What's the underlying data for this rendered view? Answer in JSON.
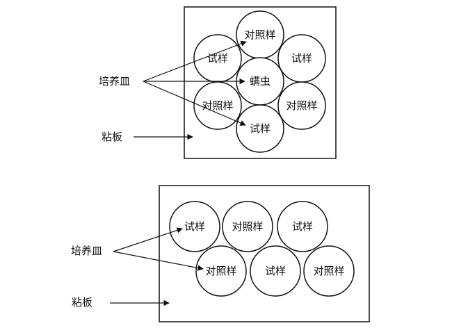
{
  "diagrams": [
    {
      "side_labels": {
        "dish": "培养皿",
        "plate": "粘板"
      },
      "circles": [
        "对照样",
        "试样",
        "试样",
        "螨虫",
        "对照样",
        "对照样",
        "试样"
      ]
    },
    {
      "side_labels": {
        "dish": "培养皿",
        "plate": "粘板"
      },
      "circles": [
        "试样",
        "对照样",
        "试样",
        "对照样",
        "试样",
        "对照样"
      ]
    }
  ]
}
